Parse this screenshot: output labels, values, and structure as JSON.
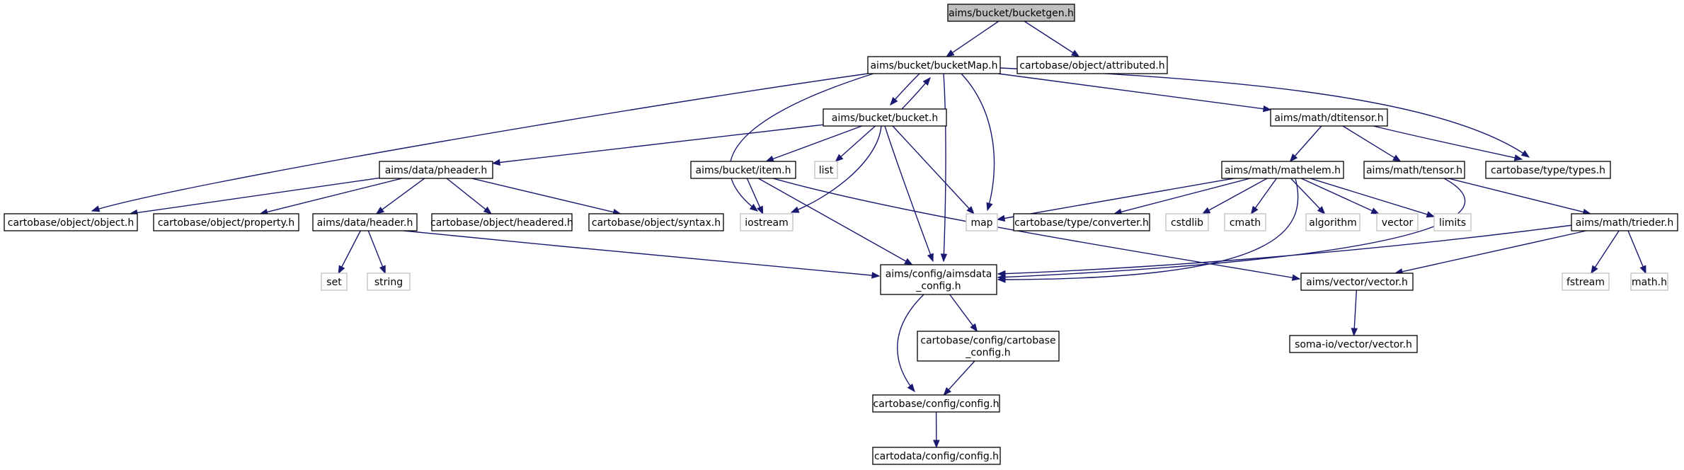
{
  "graph": {
    "colors": {
      "edge": "#191970",
      "root_fill": "#bfbfbf",
      "local_border": "#000000",
      "system_border": "#bfbfbf"
    },
    "nodes": [
      {
        "id": "bucketgen",
        "label": [
          "aims/bucket/bucketgen.h"
        ],
        "kind": "root"
      },
      {
        "id": "bucketMap",
        "label": [
          "aims/bucket/bucketMap.h"
        ],
        "kind": "local"
      },
      {
        "id": "attributed",
        "label": [
          "cartobase/object/attributed.h"
        ],
        "kind": "local"
      },
      {
        "id": "bucket",
        "label": [
          "aims/bucket/bucket.h"
        ],
        "kind": "local"
      },
      {
        "id": "dtitensor",
        "label": [
          "aims/math/dtitensor.h"
        ],
        "kind": "local"
      },
      {
        "id": "types",
        "label": [
          "cartobase/type/types.h"
        ],
        "kind": "local"
      },
      {
        "id": "pheader",
        "label": [
          "aims/data/pheader.h"
        ],
        "kind": "local"
      },
      {
        "id": "item",
        "label": [
          "aims/bucket/item.h"
        ],
        "kind": "local"
      },
      {
        "id": "list",
        "label": [
          "list"
        ],
        "kind": "system"
      },
      {
        "id": "mathelem",
        "label": [
          "aims/math/mathelem.h"
        ],
        "kind": "local"
      },
      {
        "id": "tensor",
        "label": [
          "aims/math/tensor.h"
        ],
        "kind": "local"
      },
      {
        "id": "object",
        "label": [
          "cartobase/object/object.h"
        ],
        "kind": "local"
      },
      {
        "id": "property",
        "label": [
          "cartobase/object/property.h"
        ],
        "kind": "local"
      },
      {
        "id": "header",
        "label": [
          "aims/data/header.h"
        ],
        "kind": "local"
      },
      {
        "id": "headered",
        "label": [
          "cartobase/object/headered.h"
        ],
        "kind": "local"
      },
      {
        "id": "syntax",
        "label": [
          "cartobase/object/syntax.h"
        ],
        "kind": "local"
      },
      {
        "id": "iostream",
        "label": [
          "iostream"
        ],
        "kind": "system"
      },
      {
        "id": "map",
        "label": [
          "map"
        ],
        "kind": "system"
      },
      {
        "id": "converter",
        "label": [
          "cartobase/type/converter.h"
        ],
        "kind": "local"
      },
      {
        "id": "cstdlib",
        "label": [
          "cstdlib"
        ],
        "kind": "system"
      },
      {
        "id": "cmath",
        "label": [
          "cmath"
        ],
        "kind": "system"
      },
      {
        "id": "algorithm",
        "label": [
          "algorithm"
        ],
        "kind": "system"
      },
      {
        "id": "vector",
        "label": [
          "vector"
        ],
        "kind": "system"
      },
      {
        "id": "limits",
        "label": [
          "limits"
        ],
        "kind": "system"
      },
      {
        "id": "trieder",
        "label": [
          "aims/math/trieder.h"
        ],
        "kind": "local"
      },
      {
        "id": "set",
        "label": [
          "set"
        ],
        "kind": "system"
      },
      {
        "id": "string",
        "label": [
          "string"
        ],
        "kind": "system"
      },
      {
        "id": "aimsdata_config",
        "label": [
          "aims/config/aimsdata",
          "_config.h"
        ],
        "kind": "local"
      },
      {
        "id": "aimsvector",
        "label": [
          "aims/vector/vector.h"
        ],
        "kind": "local"
      },
      {
        "id": "fstream",
        "label": [
          "fstream"
        ],
        "kind": "system"
      },
      {
        "id": "mathh",
        "label": [
          "math.h"
        ],
        "kind": "system"
      },
      {
        "id": "cartobase_config",
        "label": [
          "cartobase/config/cartobase",
          "_config.h"
        ],
        "kind": "local"
      },
      {
        "id": "somavector",
        "label": [
          "soma-io/vector/vector.h"
        ],
        "kind": "local"
      },
      {
        "id": "cbconfig",
        "label": [
          "cartobase/config/config.h"
        ],
        "kind": "local"
      },
      {
        "id": "cdconfig",
        "label": [
          "cartodata/config/config.h"
        ],
        "kind": "local"
      }
    ],
    "edges": [
      [
        "bucketgen",
        "bucketMap"
      ],
      [
        "bucketgen",
        "attributed"
      ],
      [
        "bucketMap",
        "bucket"
      ],
      [
        "bucketMap",
        "object"
      ],
      [
        "bucketMap",
        "iostream"
      ],
      [
        "bucketMap",
        "aimsdata_config"
      ],
      [
        "bucketMap",
        "map"
      ],
      [
        "bucketMap",
        "dtitensor"
      ],
      [
        "bucketMap",
        "types"
      ],
      [
        "bucket",
        "bucketMap"
      ],
      [
        "bucket",
        "pheader"
      ],
      [
        "bucket",
        "item"
      ],
      [
        "bucket",
        "list"
      ],
      [
        "bucket",
        "iostream"
      ],
      [
        "bucket",
        "aimsdata_config"
      ],
      [
        "bucket",
        "map"
      ],
      [
        "dtitensor",
        "mathelem"
      ],
      [
        "dtitensor",
        "tensor"
      ],
      [
        "dtitensor",
        "types"
      ],
      [
        "pheader",
        "object"
      ],
      [
        "pheader",
        "property"
      ],
      [
        "pheader",
        "header"
      ],
      [
        "pheader",
        "headered"
      ],
      [
        "pheader",
        "syntax"
      ],
      [
        "item",
        "iostream"
      ],
      [
        "item",
        "aimsdata_config"
      ],
      [
        "item",
        "aimsvector"
      ],
      [
        "mathelem",
        "map"
      ],
      [
        "mathelem",
        "converter"
      ],
      [
        "mathelem",
        "cstdlib"
      ],
      [
        "mathelem",
        "cmath"
      ],
      [
        "mathelem",
        "algorithm"
      ],
      [
        "mathelem",
        "vector"
      ],
      [
        "mathelem",
        "limits"
      ],
      [
        "mathelem",
        "aimsdata_config"
      ],
      [
        "tensor",
        "trieder"
      ],
      [
        "tensor",
        "aimsdata_config"
      ],
      [
        "header",
        "set"
      ],
      [
        "header",
        "string"
      ],
      [
        "header",
        "aimsdata_config"
      ],
      [
        "trieder",
        "aimsdata_config"
      ],
      [
        "trieder",
        "aimsvector"
      ],
      [
        "trieder",
        "fstream"
      ],
      [
        "trieder",
        "mathh"
      ],
      [
        "aimsdata_config",
        "cartobase_config"
      ],
      [
        "aimsdata_config",
        "cbconfig"
      ],
      [
        "cartobase_config",
        "cbconfig"
      ],
      [
        "aimsvector",
        "somavector"
      ],
      [
        "cbconfig",
        "cdconfig"
      ]
    ]
  }
}
